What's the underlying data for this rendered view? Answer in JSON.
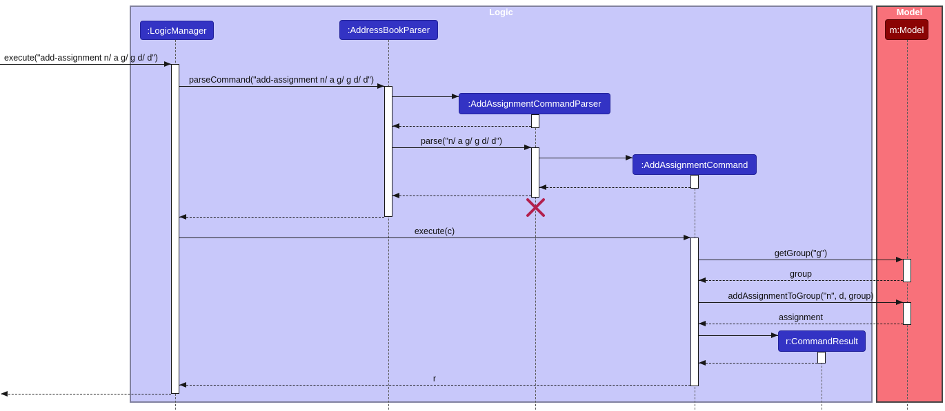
{
  "diagram_type": "uml-sequence-diagram",
  "frames": {
    "logic": "Logic",
    "model": "Model"
  },
  "participants": {
    "logic_manager": ":LogicManager",
    "address_book_parser": ":AddressBookParser",
    "add_assignment_command_parser": ":AddAssignmentCommandParser",
    "add_assignment_command": ":AddAssignmentCommand",
    "command_result": "r:CommandResult",
    "model": "m:Model"
  },
  "messages": {
    "execute_user": "execute(\"add-assignment n/ a g/ g d/ d\")",
    "parse_command": "parseCommand(\"add-assignment n/ a g/ g d/ d\")",
    "parse": "parse(\"n/ a g/ g d/ d\")",
    "execute_c": "execute(c)",
    "get_group": "getGroup(\"g\")",
    "group_return": "group",
    "add_assignment_to_group": "addAssignmentToGroup(\"n\", d, group)",
    "assignment_return": "assignment",
    "r_return": "r"
  },
  "colors": {
    "logic_frame_bg": "#C8C8FA",
    "model_frame_bg": "#F8717A",
    "participant_bg": "#3333C4",
    "model_participant_bg": "#8B0404",
    "frame_title_text": "#FFFFFF",
    "line_color": "#181818",
    "destroy_x": "#B3204D"
  }
}
